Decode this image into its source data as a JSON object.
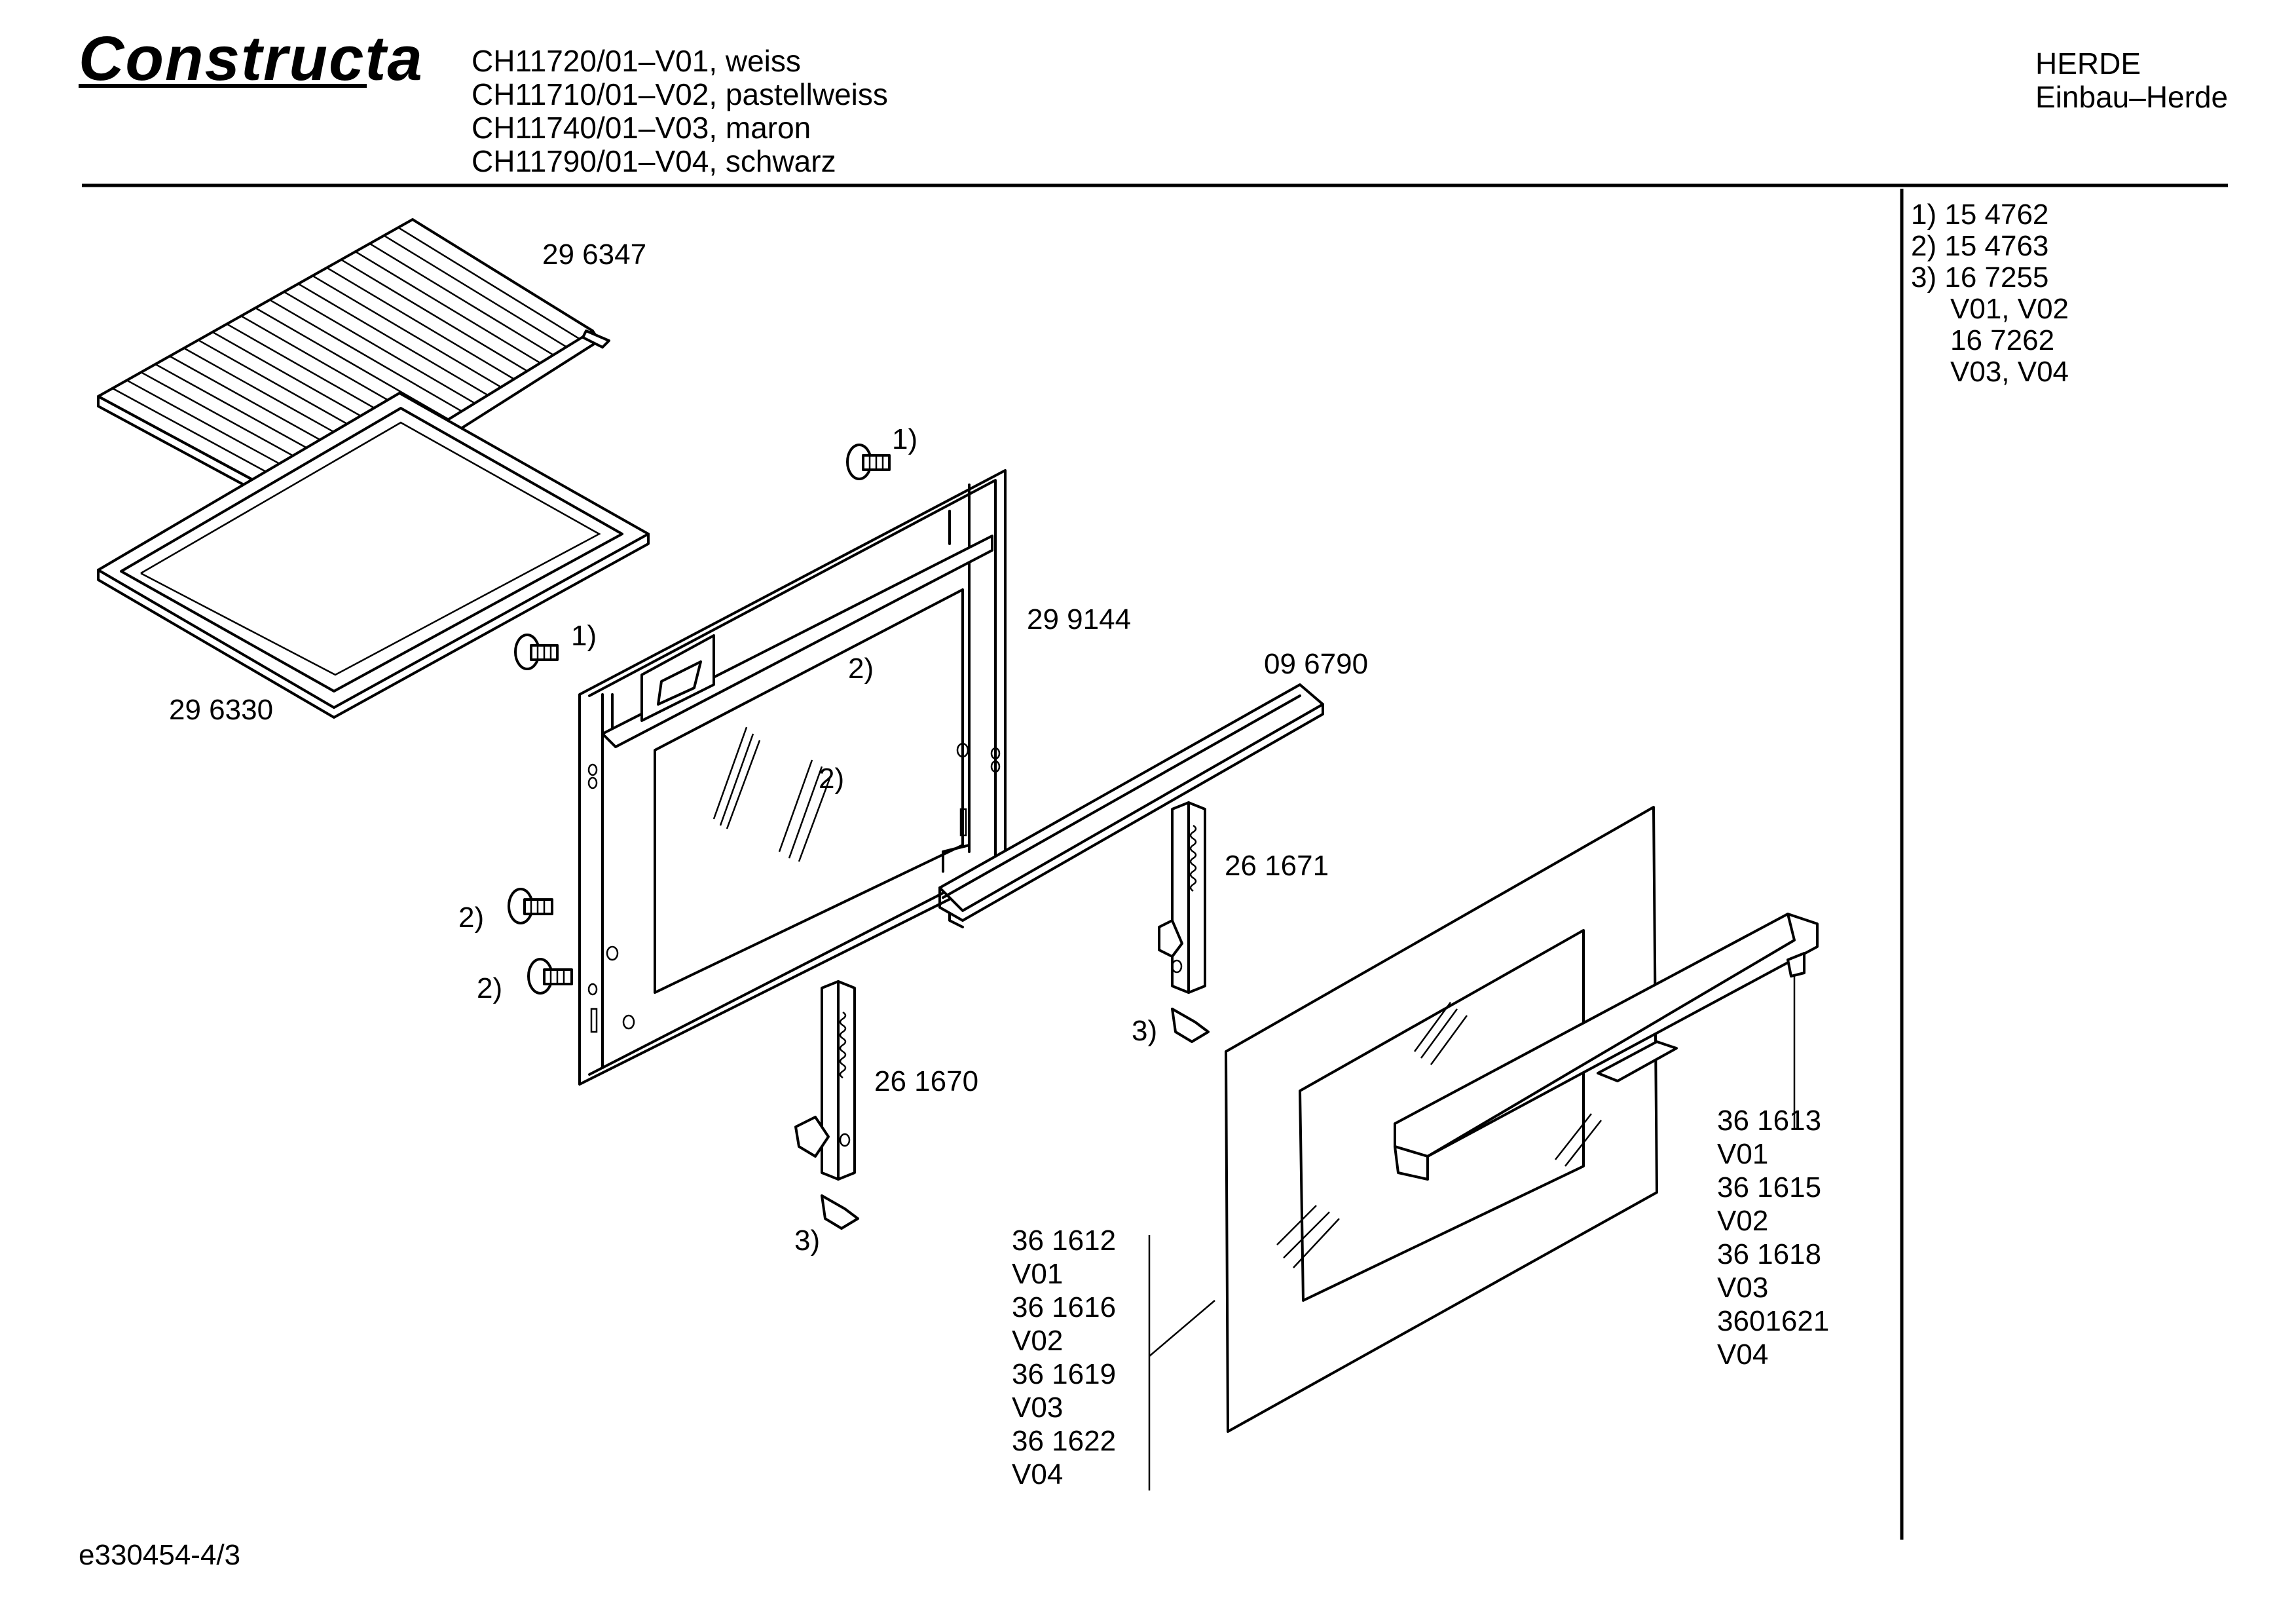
{
  "header": {
    "brand": "Constructa",
    "models": [
      "CH11720/01–V01, weiss",
      "CH11710/01–V02, pastellweiss",
      "CH11740/01–V03, maron",
      "CH11790/01–V04, schwarz"
    ],
    "category": [
      "HERDE",
      "Einbau–Herde"
    ]
  },
  "notes": [
    "1) 15 4762",
    "2) 15 4763",
    "3) 16 7255",
    "V01, V02",
    "16 7262",
    "V03, V04"
  ],
  "parts": {
    "grid": "29 6347",
    "tray": "29 6330",
    "inner_door": "29 9144",
    "rail": "09 6790",
    "hinge_right": "26 1671",
    "hinge_left": "26 1670",
    "ref1a": "1)",
    "ref1b": "1)",
    "ref2a": "2)",
    "ref2b": "2)",
    "ref2c": "2)",
    "ref2d": "2)",
    "ref3a": "3)",
    "ref3b": "3)"
  },
  "handle_parts": [
    "36 1613",
    "V01",
    "36 1615",
    "V02",
    "36 1618",
    "V03",
    "3601621",
    "V04"
  ],
  "door_glass_parts": [
    "36 1612",
    "V01",
    "36 1616",
    "V02",
    "36 1619",
    "V03",
    "36 1622",
    "V04"
  ],
  "footer": {
    "doc_id": "e330454-4/3"
  }
}
